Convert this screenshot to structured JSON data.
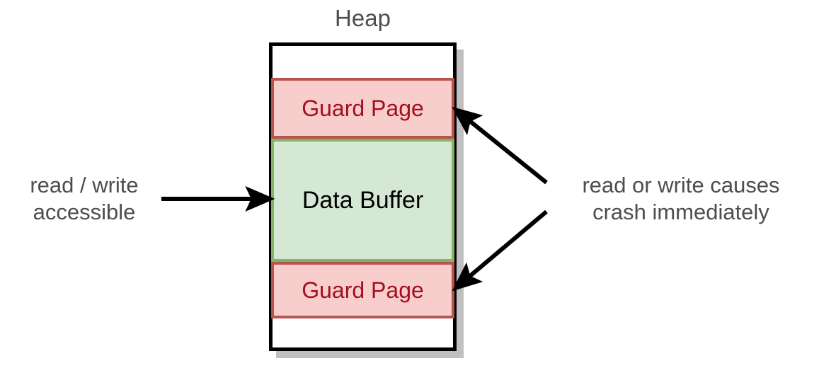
{
  "diagram": {
    "title": "Heap",
    "title_color": "#4d4d4d",
    "background_color": "#ffffff"
  },
  "heap": {
    "label": "Heap",
    "border_color": "#000000",
    "fill_color": "#ffffff",
    "shadow_color": "#c0c0c0",
    "segments": [
      {
        "id": "guard-top",
        "label": "Guard Page",
        "fill_color": "#f8cecc",
        "border_color": "#b85450",
        "text_color": "#a50e20"
      },
      {
        "id": "data-buffer",
        "label": "Data Buffer",
        "fill_color": "#d5e8d4",
        "border_color": "#82b366",
        "text_color": "#000000"
      },
      {
        "id": "guard-bottom",
        "label": "Guard Page",
        "fill_color": "#f8cecc",
        "border_color": "#b85450",
        "text_color": "#a50e20"
      }
    ]
  },
  "annotations": {
    "left": {
      "line1": "read / write",
      "line2": "accessible",
      "color": "#4d4d4d"
    },
    "right": {
      "line1": "read or write causes",
      "line2": "crash immediately",
      "color": "#4d4d4d"
    }
  },
  "arrows": {
    "color": "#000000",
    "items": [
      {
        "name": "arrow-read-write-to-buffer",
        "from": "read / write accessible",
        "to": "Data Buffer"
      },
      {
        "name": "arrow-crash-to-guard-top",
        "from": "read or write causes crash immediately",
        "to": "Guard Page (top)"
      },
      {
        "name": "arrow-crash-to-guard-bottom",
        "from": "read or write causes crash immediately",
        "to": "Guard Page (bottom)"
      }
    ]
  }
}
